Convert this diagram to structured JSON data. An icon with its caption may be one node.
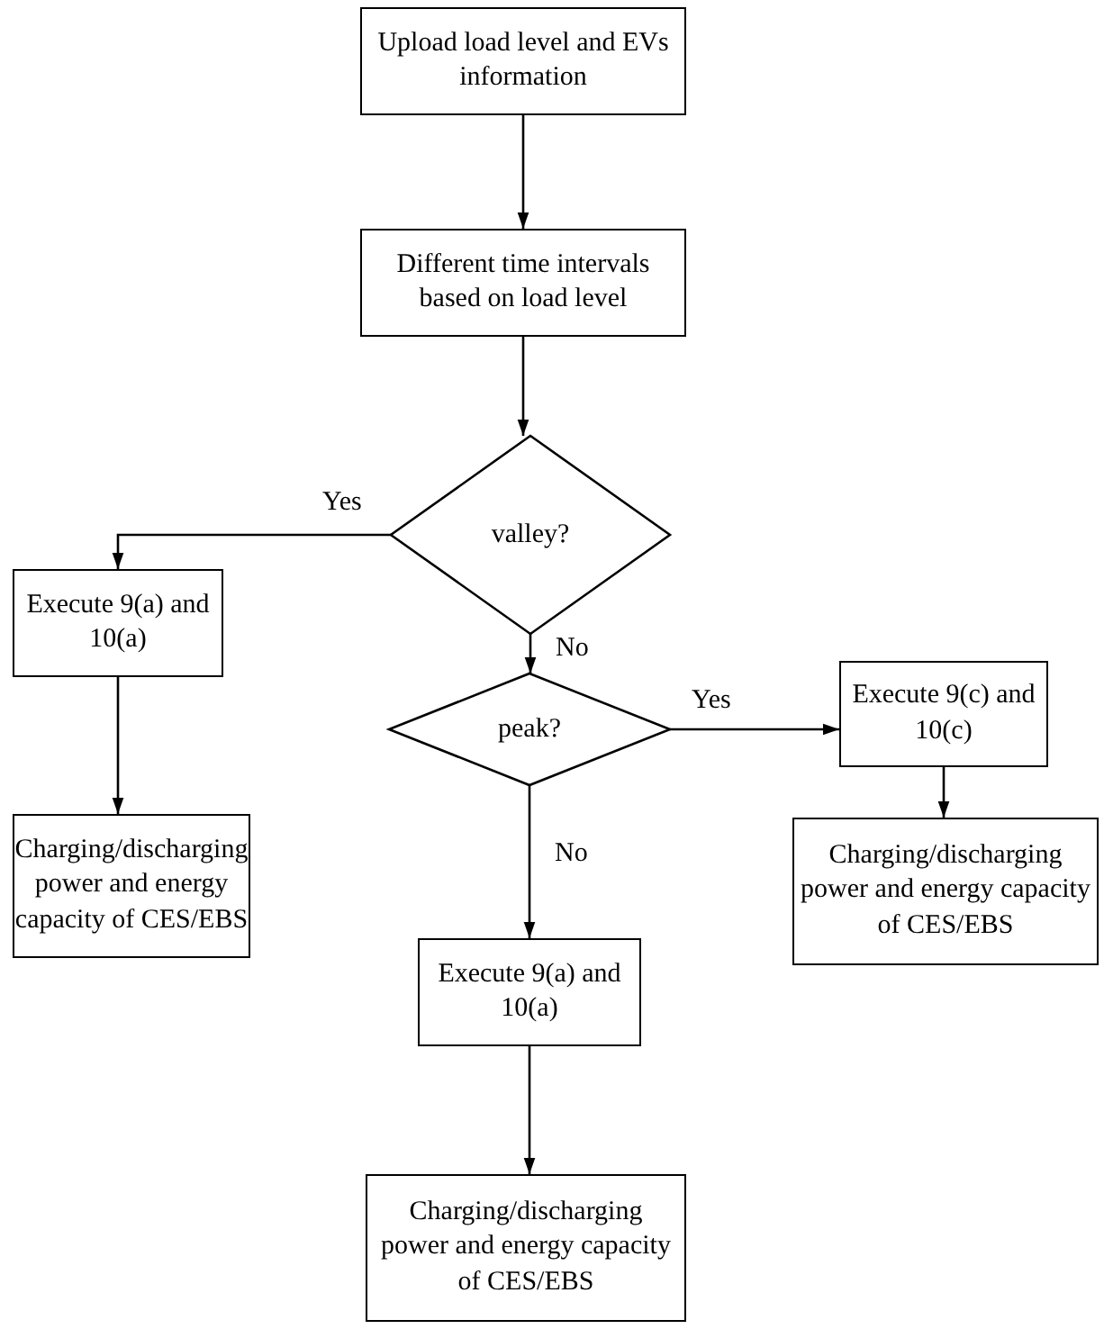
{
  "diagram": {
    "nodes": [
      {
        "text": [
          "Upload load level and EVs information"
        ]
      },
      {
        "text": [
          "Different time intervals based on load level"
        ]
      },
      {
        "text": [
          "valley?"
        ]
      },
      {
        "text": [
          "Execute 9(a) and 10(a)"
        ]
      },
      {
        "text": [
          "Charging/discharging power and energy capacity of CES/EBS"
        ]
      },
      {
        "text": [
          "peak?"
        ]
      },
      {
        "text": [
          "Execute 9(c) and 10(c)"
        ]
      },
      {
        "text": [
          "Charging/discharging power and energy capacity of CES/EBS"
        ]
      },
      {
        "text": [
          "Execute 9(a) and 10(a)"
        ]
      },
      {
        "text": [
          "Charging/discharging power and energy capacity of CES/EBS"
        ]
      }
    ],
    "edges": [
      {
        "from": 0,
        "to": 1,
        "arrow": "to"
      },
      {
        "from": 1,
        "to": 2,
        "arrow": "to"
      },
      {
        "from": 2,
        "to": 3,
        "arrow": "to",
        "label": "Yes"
      },
      {
        "from": 3,
        "to": 4,
        "arrow": "to"
      },
      {
        "from": 2,
        "to": 5,
        "arrow": "to",
        "label": "No"
      },
      {
        "from": 5,
        "to": 6,
        "arrow": "to",
        "label": "Yes"
      },
      {
        "from": 6,
        "to": 7,
        "arrow": "to"
      },
      {
        "from": 5,
        "to": 8,
        "arrow": "to",
        "label": "No"
      },
      {
        "from": 8,
        "to": 9,
        "arrow": "to"
      }
    ]
  }
}
